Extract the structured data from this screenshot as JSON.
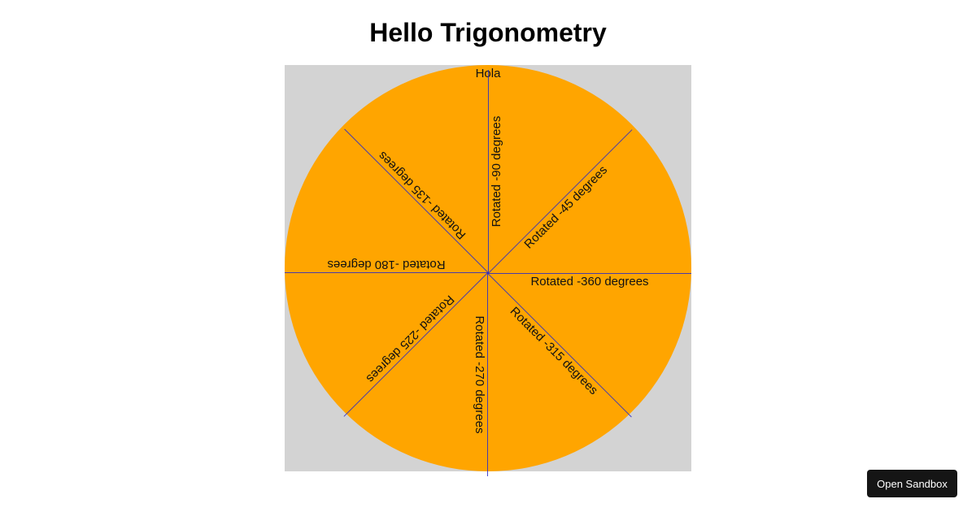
{
  "page": {
    "title": "Hello Trigonometry"
  },
  "diagram": {
    "background_color": "#d3d3d3",
    "circle_color": "#ffa500",
    "line_color": "#2828c8",
    "top_label": "Hola",
    "rays": [
      {
        "angle": -45,
        "label": "Rotated -45 degrees"
      },
      {
        "angle": -90,
        "label": "Rotated -90 degrees"
      },
      {
        "angle": -135,
        "label": "Rotated -135 degrees"
      },
      {
        "angle": -180,
        "label": "Rotated -180 degrees"
      },
      {
        "angle": -225,
        "label": "Rotated -225 degrees"
      },
      {
        "angle": -270,
        "label": "Rotated -270 degrees"
      },
      {
        "angle": -315,
        "label": "Rotated -315 degrees"
      },
      {
        "angle": -360,
        "label": "Rotated -360 degrees"
      }
    ]
  },
  "footer": {
    "open_sandbox_label": "Open Sandbox"
  }
}
